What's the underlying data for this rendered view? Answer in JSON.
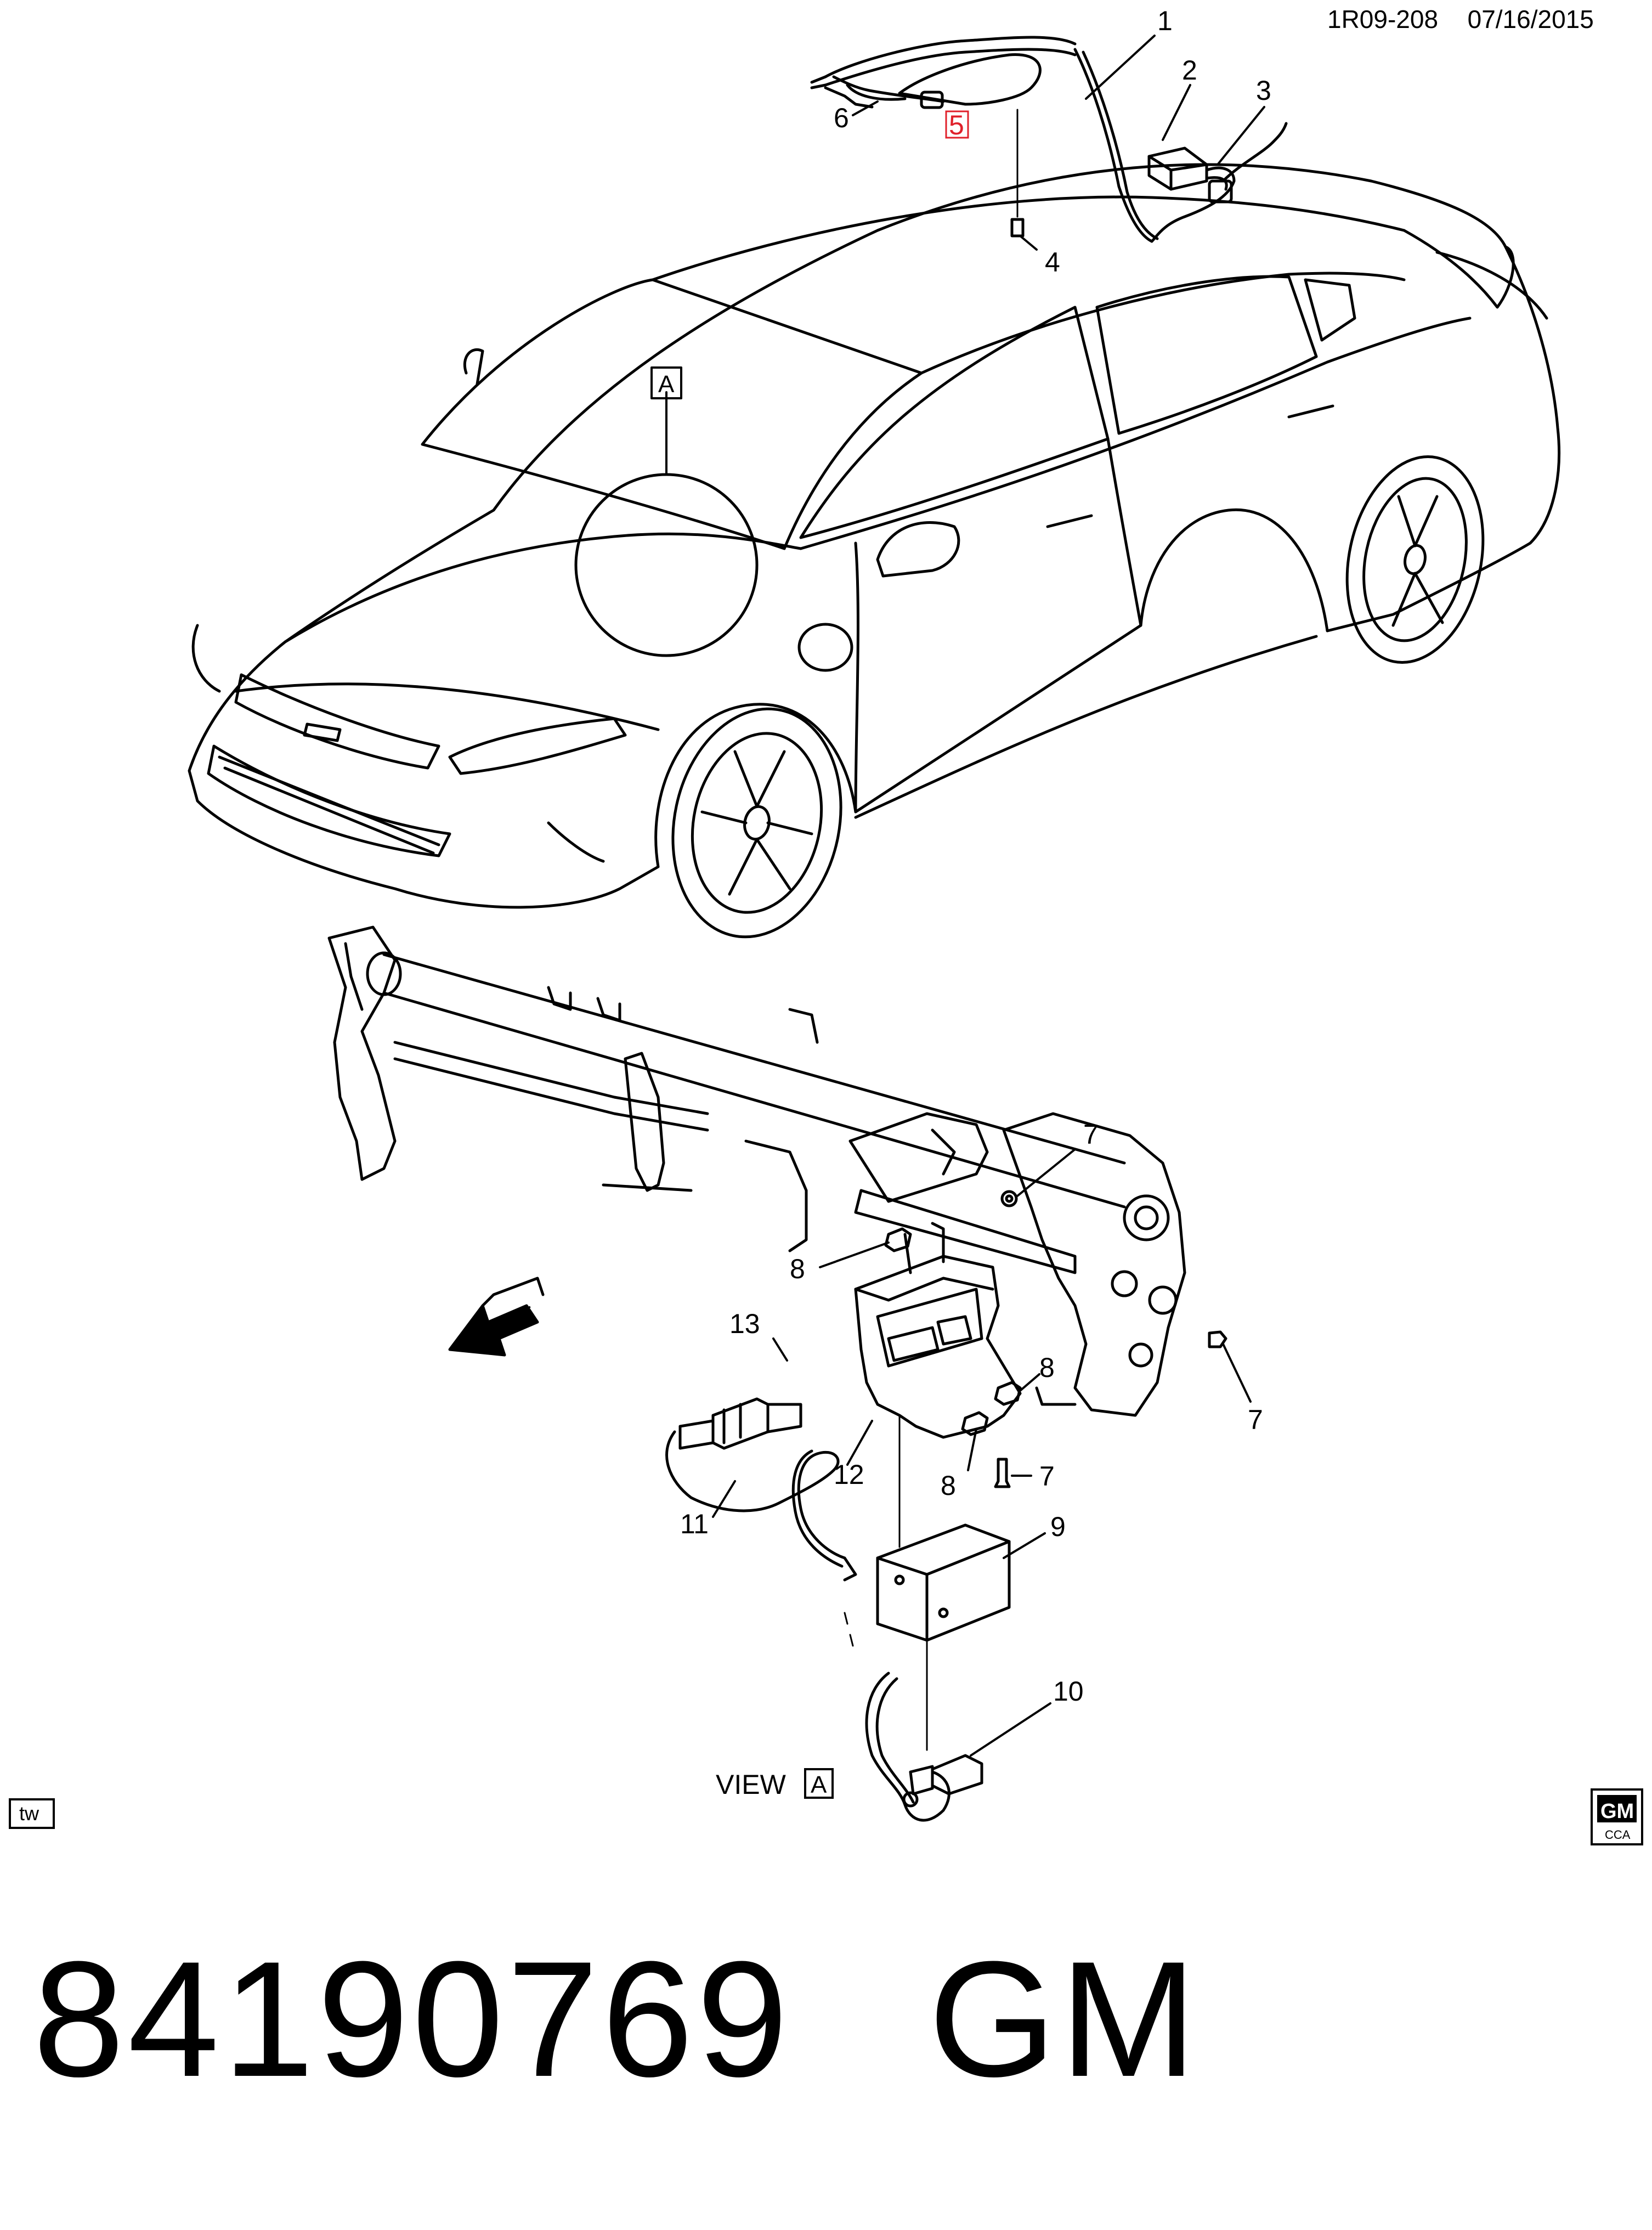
{
  "header": {
    "diagram_id": "1R09-208",
    "date": "07/16/2015"
  },
  "callouts": {
    "c1": "1",
    "c2": "2",
    "c3": "3",
    "c4": "4",
    "c5": "5",
    "c6": "6",
    "c7a": "7",
    "c7b": "7",
    "c7c": "7",
    "c8a": "8",
    "c8b": "8",
    "c8c": "8",
    "c9": "9",
    "c10": "10",
    "c11": "11",
    "c12": "12",
    "c13": "13"
  },
  "detail_marker": "A",
  "view_label": {
    "text": "VIEW",
    "letter": "A"
  },
  "direction_arrow": "FRT",
  "tw_badge": "tw",
  "gm_logo": {
    "brand": "GM",
    "sub": "CCA"
  },
  "footer": {
    "part_number": "84190769",
    "brand": "GM"
  },
  "colors": {
    "line": "#000000",
    "highlight_callout": "#e0212b",
    "background": "#ffffff"
  }
}
